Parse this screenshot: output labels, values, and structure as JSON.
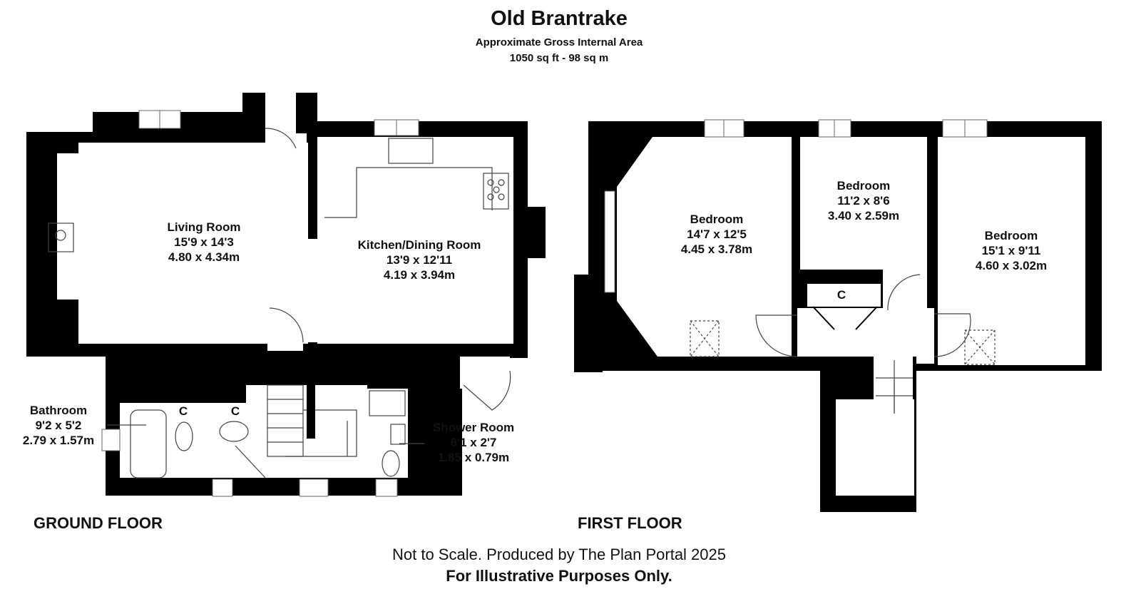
{
  "header": {
    "title": "Old Brantrake",
    "subtitle": "Approximate Gross Internal Area",
    "area": "1050 sq ft - 98 sq m"
  },
  "ground_floor": {
    "label": "GROUND FLOOR",
    "rooms": [
      {
        "name": "Living Room",
        "imperial": "15'9 x 14'3",
        "metric": "4.80 x 4.34m"
      },
      {
        "name": "Kitchen/Dining Room",
        "imperial": "13'9 x 12'11",
        "metric": "4.19 x 3.94m"
      },
      {
        "name": "Bathroom",
        "imperial": "9'2 x 5'2",
        "metric": "2.79 x 1.57m"
      },
      {
        "name": "Shower Room",
        "imperial": "6'1 x 2'7",
        "metric": "1.85 x 0.79m"
      }
    ],
    "cupboards": [
      "C",
      "C"
    ]
  },
  "first_floor": {
    "label": "FIRST FLOOR",
    "rooms": [
      {
        "name": "Bedroom",
        "imperial": "14'7 x 12'5",
        "metric": "4.45 x 3.78m"
      },
      {
        "name": "Bedroom",
        "imperial": "11'2 x 8'6",
        "metric": "3.40 x 2.59m"
      },
      {
        "name": "Bedroom",
        "imperial": "15'1 x 9'11",
        "metric": "4.60 x 3.02m"
      }
    ],
    "cupboards": [
      "C"
    ]
  },
  "footer": {
    "line1": "Not to Scale. Produced by The Plan Portal 2025",
    "line2": "For Illustrative Purposes Only."
  },
  "colors": {
    "wall": "#000000",
    "fixture": "#555555",
    "background": "#ffffff"
  }
}
